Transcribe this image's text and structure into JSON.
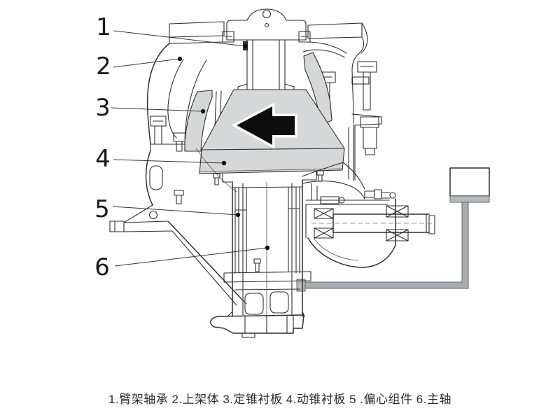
{
  "figure": {
    "type": "technical-cross-section-diagram",
    "subject": "cone crusher",
    "background": "#ffffff",
    "colors": {
      "line": "#2e2e2e",
      "shaded_liner": "#d5d7d9",
      "pipe": "#a8adb0",
      "pipe_band": "#b6babc",
      "arrow": "#0d0d0d",
      "arrow_outline": "#ffffff"
    }
  },
  "callouts": [
    {
      "num": "1",
      "part": "臂架轴承"
    },
    {
      "num": "2",
      "part": "上架体"
    },
    {
      "num": "3",
      "part": "定锥衬板"
    },
    {
      "num": "4",
      "part": "动锥衬板"
    },
    {
      "num": "5",
      "part": "偏心组件"
    },
    {
      "num": "6",
      "part": "主轴"
    }
  ],
  "caption": "1.臂架轴承 2.上架体 3.定锥衬板 4.动锥衬板 5 .偏心组件 6.主轴"
}
